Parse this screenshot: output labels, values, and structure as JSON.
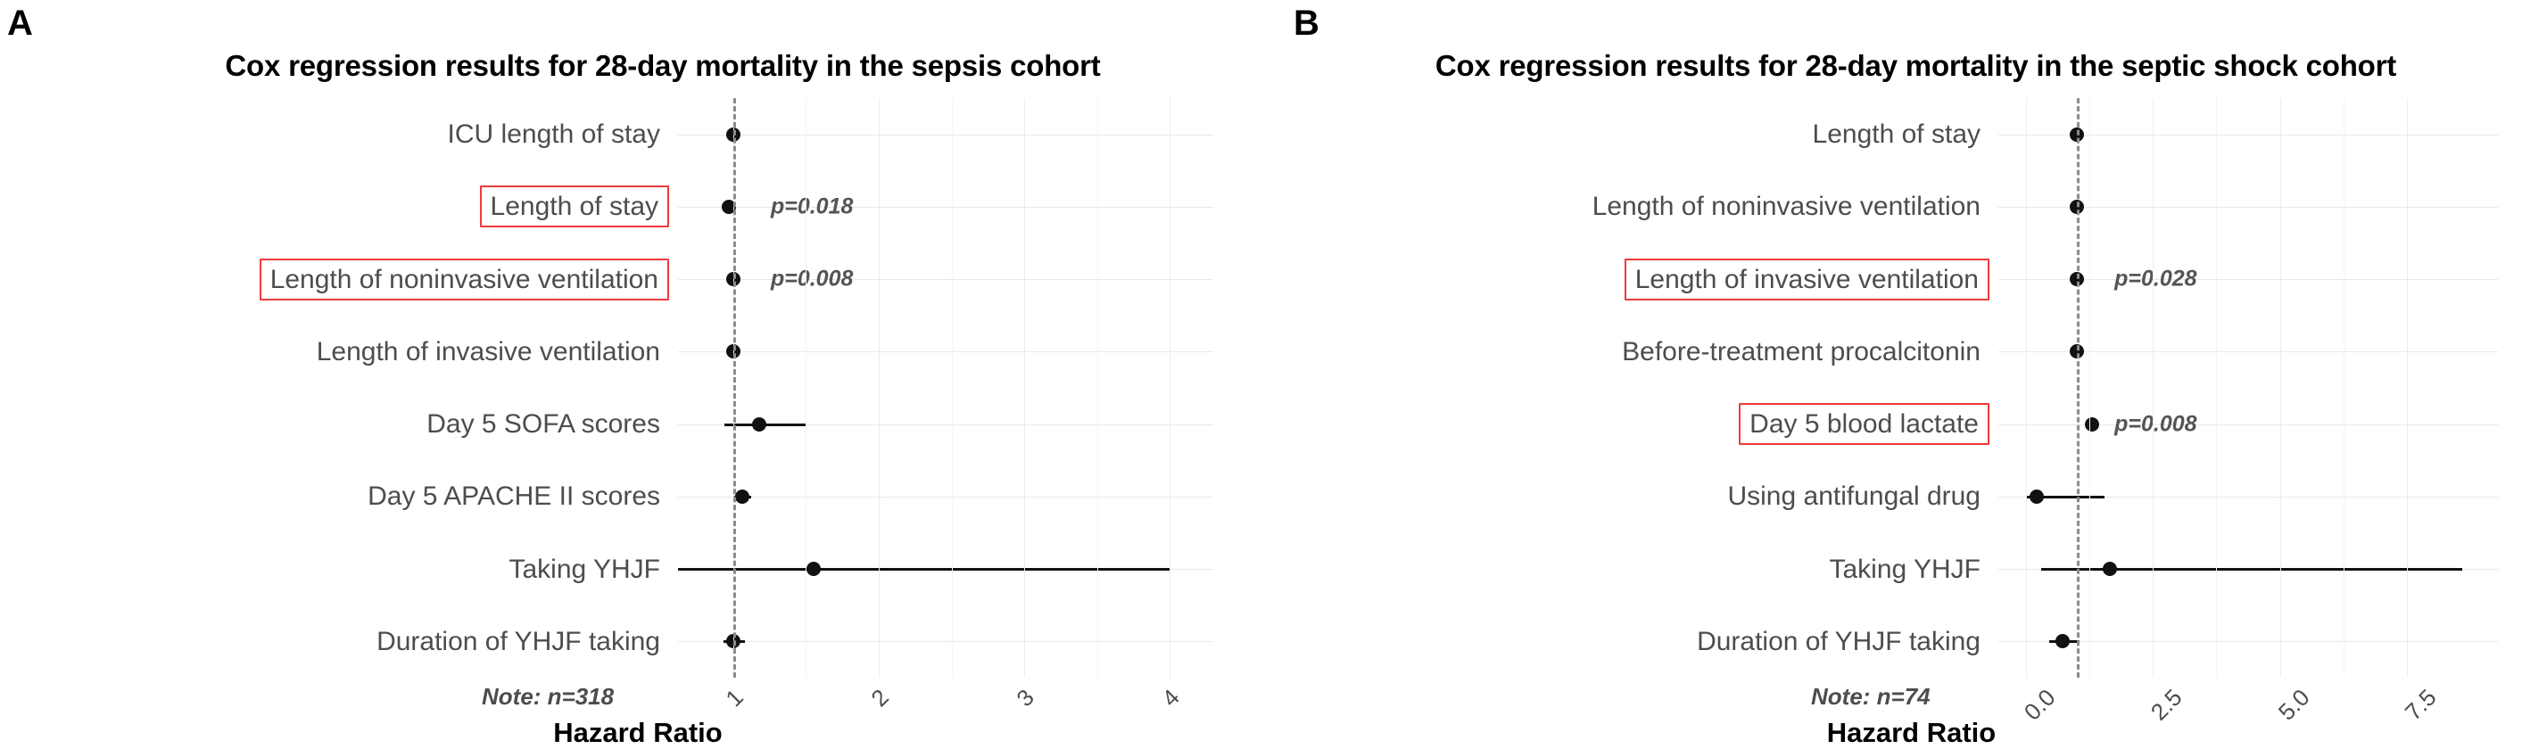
{
  "chart_data": [
    {
      "type": "forest",
      "panel_letter": "A",
      "title": "Cox regression results for 28-day mortality in the sepsis cohort",
      "xlabel": "Hazard Ratio",
      "note": "Note: n=318",
      "xlim": [
        0.62,
        4.3
      ],
      "xticks": [
        "1",
        "2",
        "3",
        "4"
      ],
      "xtick_values": [
        1,
        2,
        3,
        4
      ],
      "reference_line": 1,
      "grid": true,
      "rows": [
        {
          "label": "ICU length of stay",
          "boxed": false,
          "hr": 1.0,
          "ci_low": 1.0,
          "ci_high": 1.0,
          "pvalue": ""
        },
        {
          "label": "Length of stay",
          "boxed": true,
          "hr": 0.97,
          "ci_low": 0.97,
          "ci_high": 0.99,
          "pvalue": "p=0.018"
        },
        {
          "label": "Length of noninvasive ventilation",
          "boxed": true,
          "hr": 1.0,
          "ci_low": 1.0,
          "ci_high": 1.01,
          "pvalue": "p=0.008"
        },
        {
          "label": "Length of invasive ventilation",
          "boxed": false,
          "hr": 1.0,
          "ci_low": 1.0,
          "ci_high": 1.0,
          "pvalue": ""
        },
        {
          "label": "Day 5 SOFA scores",
          "boxed": false,
          "hr": 1.18,
          "ci_low": 0.94,
          "ci_high": 1.5,
          "pvalue": ""
        },
        {
          "label": "Day 5 APACHE II scores",
          "boxed": false,
          "hr": 1.06,
          "ci_low": 1.0,
          "ci_high": 1.12,
          "pvalue": ""
        },
        {
          "label": "Taking YHJF",
          "boxed": false,
          "hr": 1.55,
          "ci_low": 0.62,
          "ci_high": 4.0,
          "pvalue": ""
        },
        {
          "label": "Duration of YHJF taking",
          "boxed": false,
          "hr": 1.0,
          "ci_low": 0.93,
          "ci_high": 1.08,
          "pvalue": ""
        }
      ]
    },
    {
      "type": "forest",
      "panel_letter": "B",
      "title": "Cox regression results for 28-day mortality in the septic shock cohort",
      "xlabel": "Hazard Ratio",
      "note": "Note: n=74",
      "xlim": [
        -0.55,
        9.3
      ],
      "xticks": [
        "0.0",
        "2.5",
        "5.0",
        "7.5"
      ],
      "xtick_values": [
        0.0,
        2.5,
        5.0,
        7.5
      ],
      "reference_line": 1,
      "grid": true,
      "rows": [
        {
          "label": "Length of stay",
          "boxed": false,
          "hr": 1.0,
          "ci_low": 1.0,
          "ci_high": 1.0,
          "pvalue": ""
        },
        {
          "label": "Length of noninvasive ventilation",
          "boxed": false,
          "hr": 1.0,
          "ci_low": 1.0,
          "ci_high": 1.0,
          "pvalue": ""
        },
        {
          "label": "Length of invasive ventilation",
          "boxed": true,
          "hr": 1.0,
          "ci_low": 1.0,
          "ci_high": 1.0,
          "pvalue": "p=0.028"
        },
        {
          "label": "Before-treatment procalcitonin",
          "boxed": false,
          "hr": 1.0,
          "ci_low": 1.0,
          "ci_high": 1.0,
          "pvalue": ""
        },
        {
          "label": "Day 5 blood lactate",
          "boxed": true,
          "hr": 1.3,
          "ci_low": 1.3,
          "ci_high": 1.3,
          "pvalue": "p=0.008"
        },
        {
          "label": "Using antifungal drug",
          "boxed": false,
          "hr": 0.2,
          "ci_low": 0.02,
          "ci_high": 1.55,
          "pvalue": ""
        },
        {
          "label": "Taking YHJF",
          "boxed": false,
          "hr": 1.65,
          "ci_low": 0.3,
          "ci_high": 8.6,
          "pvalue": ""
        },
        {
          "label": "Duration of YHJF taking",
          "boxed": false,
          "hr": 0.72,
          "ci_low": 0.45,
          "ci_high": 1.05,
          "pvalue": ""
        }
      ]
    }
  ],
  "style": {
    "box_color": "#ef3b3b",
    "point_color": "#111111",
    "label_color": "#4d4d4d",
    "grid_color": "#e8e8e8",
    "ref_color": "#8c8c8c"
  }
}
